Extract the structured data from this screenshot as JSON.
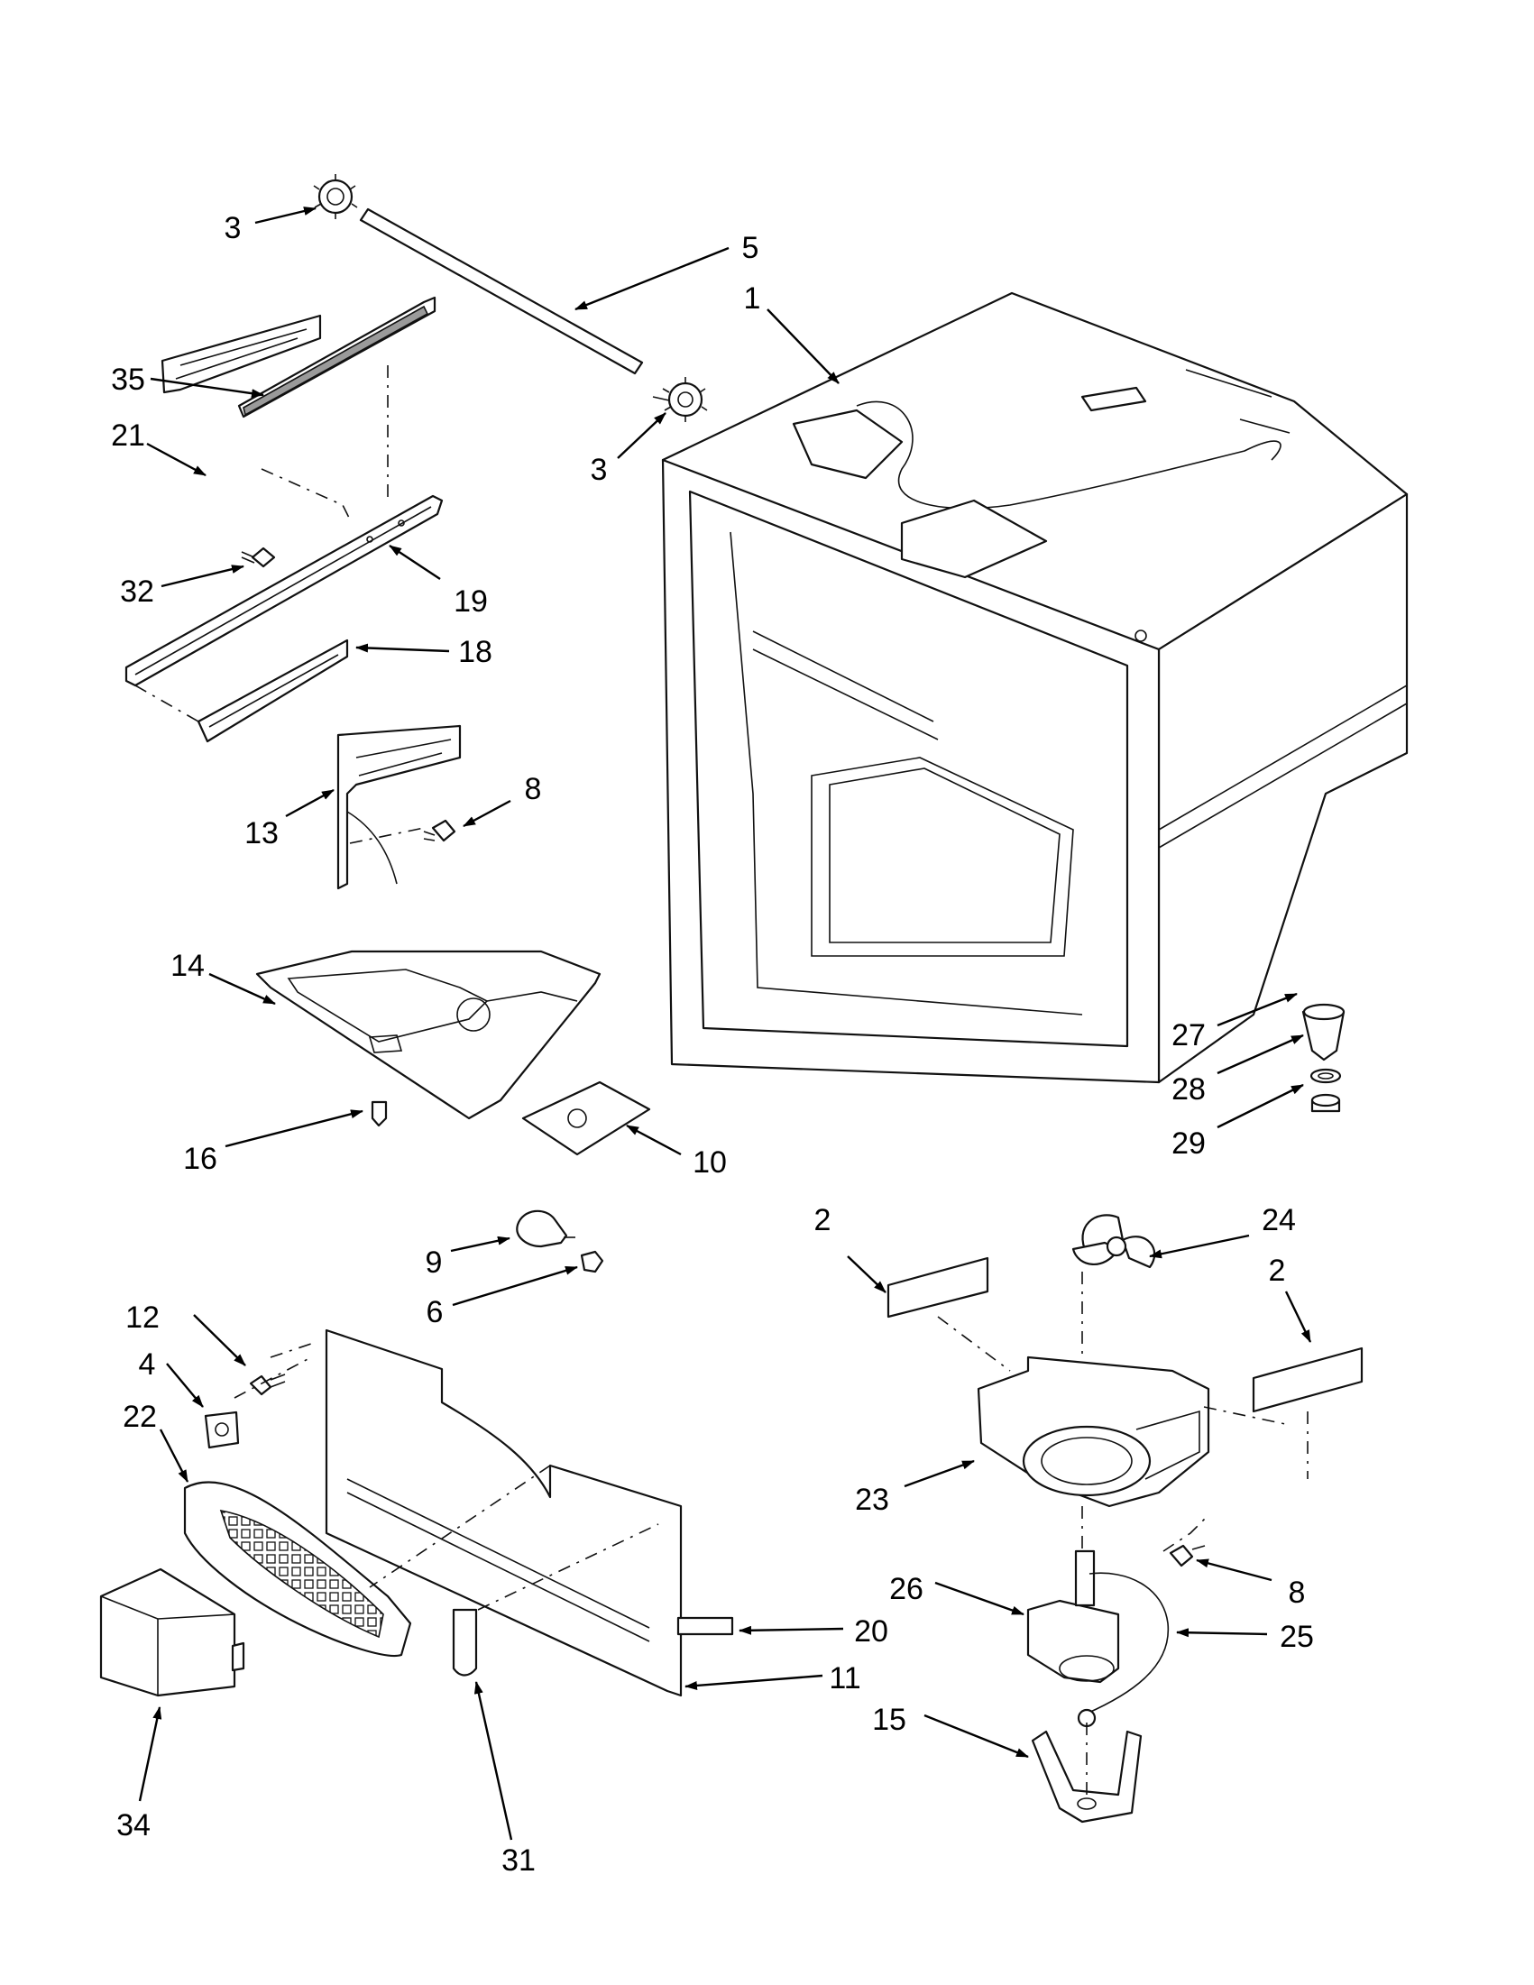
{
  "callouts": [
    {
      "id": "c3a",
      "label": "3"
    },
    {
      "id": "c5",
      "label": "5"
    },
    {
      "id": "c1",
      "label": "1"
    },
    {
      "id": "c35",
      "label": "35"
    },
    {
      "id": "c21",
      "label": "21"
    },
    {
      "id": "c3b",
      "label": "3"
    },
    {
      "id": "c32",
      "label": "32"
    },
    {
      "id": "c19",
      "label": "19"
    },
    {
      "id": "c18",
      "label": "18"
    },
    {
      "id": "c8a",
      "label": "8"
    },
    {
      "id": "c13",
      "label": "13"
    },
    {
      "id": "c14",
      "label": "14"
    },
    {
      "id": "c27",
      "label": "27"
    },
    {
      "id": "c28",
      "label": "28"
    },
    {
      "id": "c29",
      "label": "29"
    },
    {
      "id": "c16",
      "label": "16"
    },
    {
      "id": "c10",
      "label": "10"
    },
    {
      "id": "c2a",
      "label": "2"
    },
    {
      "id": "c24",
      "label": "24"
    },
    {
      "id": "c2b",
      "label": "2"
    },
    {
      "id": "c9",
      "label": "9"
    },
    {
      "id": "c6",
      "label": "6"
    },
    {
      "id": "c12",
      "label": "12"
    },
    {
      "id": "c4",
      "label": "4"
    },
    {
      "id": "c22",
      "label": "22"
    },
    {
      "id": "c23",
      "label": "23"
    },
    {
      "id": "c8b",
      "label": "8"
    },
    {
      "id": "c26",
      "label": "26"
    },
    {
      "id": "c20",
      "label": "20"
    },
    {
      "id": "c25",
      "label": "25"
    },
    {
      "id": "c11",
      "label": "11"
    },
    {
      "id": "c15",
      "label": "15"
    },
    {
      "id": "c34",
      "label": "34"
    },
    {
      "id": "c31",
      "label": "31"
    }
  ]
}
